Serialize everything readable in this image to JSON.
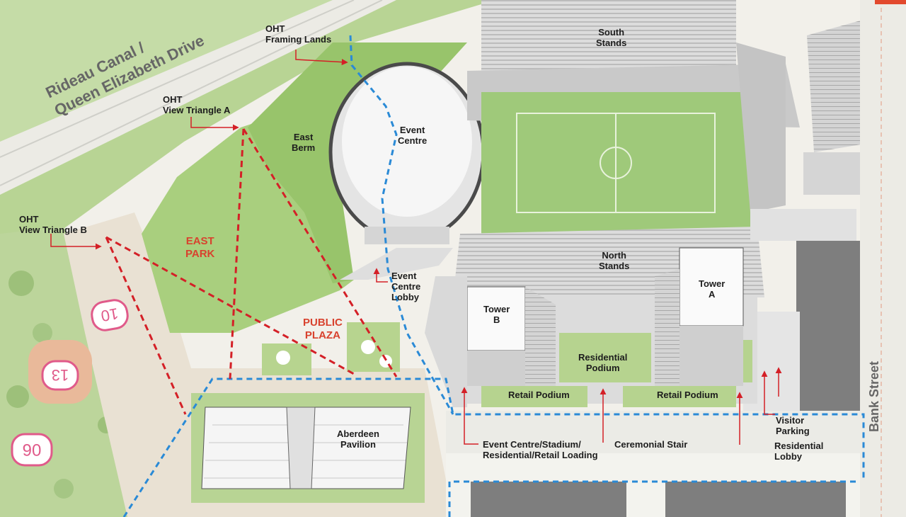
{
  "colors": {
    "park_green": "#a9cf7e",
    "grass_dark": "#8fbd63",
    "plaza_tan": "#e7dccb",
    "building_white": "#f7f7f7",
    "tower_gray": "#bdbdbd",
    "dark_building": "#7e7e7e",
    "field_green": "#9fc97a",
    "view_triangle_red": "#d42027",
    "framing_line_blue": "#2a8ad6",
    "label_red": "#d8422e",
    "corner_accent": "#e2492d"
  },
  "roads": {
    "canal": "Rideau Canal /\nQueen Elizabeth Drive",
    "bank": "Bank Street"
  },
  "labels": {
    "oht_framing": "OHT\nFraming Lands",
    "oht_triangle_a": "OHT\nView Triangle A",
    "oht_triangle_b": "OHT\nView Triangle B",
    "east_berm": "East\nBerm",
    "east_park": "EAST\nPARK",
    "public_plaza": "PUBLIC\nPLAZA",
    "event_centre": "Event\nCentre",
    "event_centre_lobby": "Event\nCentre\nLobby",
    "south_stands": "South\nStands",
    "north_stands": "North\nStands",
    "tower_a": "Tower\nA",
    "tower_b": "Tower\nB",
    "residential_podium": "Residential\nPodium",
    "retail_podium_left": "Retail Podium",
    "retail_podium_right": "Retail Podium",
    "aberdeen_pavilion": "Aberdeen\nPavilion",
    "loading": "Event Centre/Stadium/\nResidential/Retail Loading",
    "ceremonial_stair": "Ceremonial Stair",
    "visitor_parking": "Visitor\nParking",
    "residential_lobby": "Residential\nLobby"
  },
  "markers": [
    "10",
    "13",
    "06"
  ]
}
